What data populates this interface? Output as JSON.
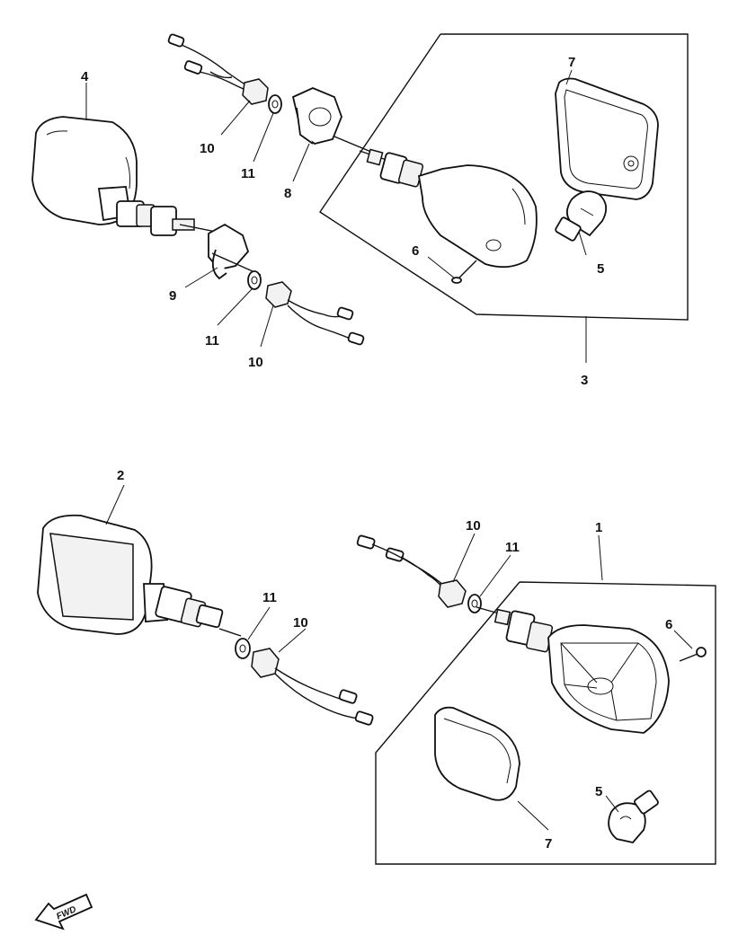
{
  "diagram": {
    "callouts": {
      "upper_left_lens": "4",
      "upper_left_nut": "10",
      "upper_left_washer": "11",
      "upper_left_bracket": "8",
      "upper_mid_bracket": "9",
      "upper_mid_washer": "11",
      "upper_mid_nut": "10",
      "upper_assembly": "3",
      "upper_lens_glass": "7",
      "upper_screw": "6",
      "upper_bulb": "5",
      "lower_left_lens": "2",
      "lower_left_washer": "11",
      "lower_left_nut": "10",
      "lower_right_nut": "10",
      "lower_right_washer": "11",
      "lower_assembly": "1",
      "lower_screw": "6",
      "lower_lens_glass": "7",
      "lower_bulb": "5"
    },
    "fwd_label": "FWD",
    "fwd_arrow_icon": "fwd-arrow-icon"
  }
}
